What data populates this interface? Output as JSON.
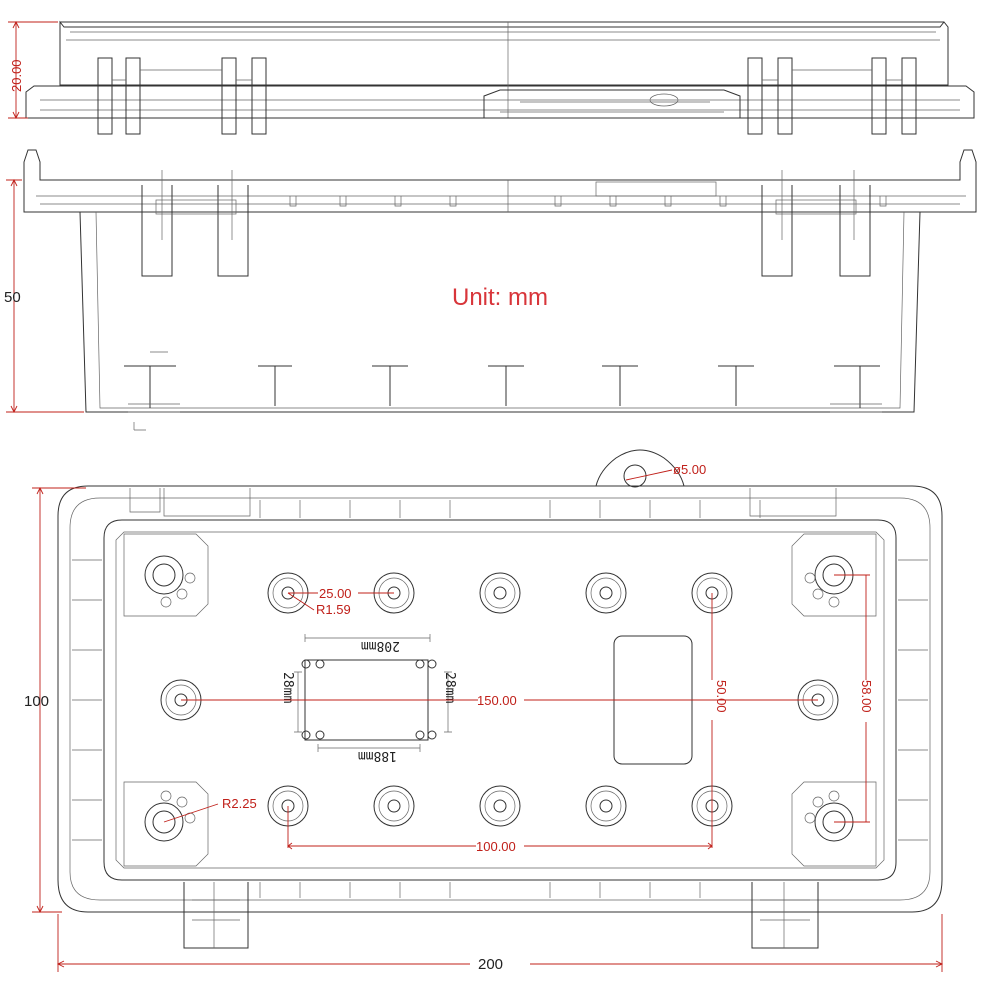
{
  "unit_label": "Unit: mm",
  "side_view": {
    "height_label": "20.00"
  },
  "front_view": {
    "height_label": "50"
  },
  "top_view": {
    "width_label": "200",
    "height_label": "100",
    "hole_spacing_horizontal": "25.00",
    "hole_radius": "R1.59",
    "hole_span_total": "150.00",
    "hole_span_bottom": "100.00",
    "hole_span_vertical": "50.00",
    "corner_spacing_vertical": "58.00",
    "corner_radius": "R2.25",
    "hanging_hole_diameter": "ø5.00",
    "pcb_top": "208mm",
    "pcb_bottom": "188mm",
    "pcb_left": "28mm",
    "pcb_right": "28mm"
  }
}
